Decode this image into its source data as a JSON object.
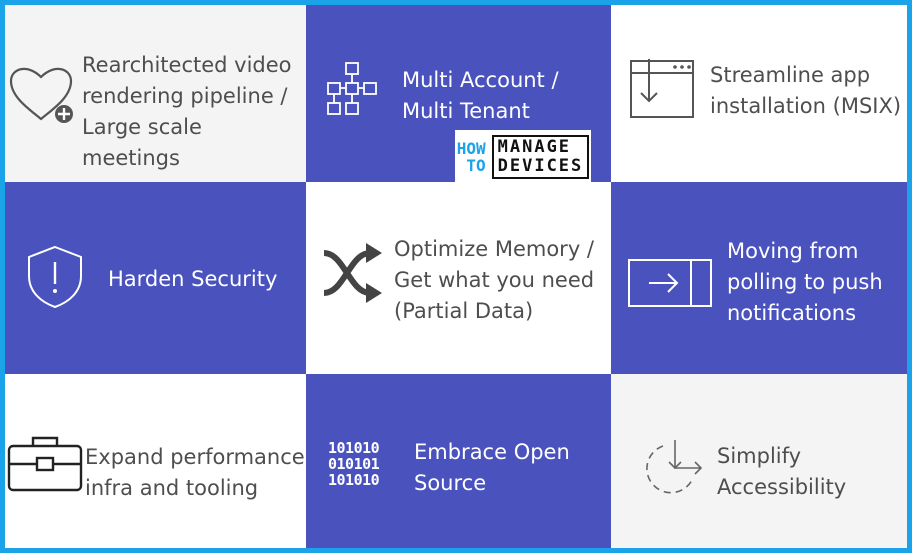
{
  "tiles": [
    {
      "label": "Rearchitected video\nrendering pipeline /\nLarge scale meetings",
      "icon": "heart-plus-icon"
    },
    {
      "label": "Multi Account /\nMulti Tenant",
      "icon": "hierarchy-icon"
    },
    {
      "label": "Streamline app\ninstallation (MSIX)",
      "icon": "install-window-icon"
    },
    {
      "label": "Harden Security",
      "icon": "shield-alert-icon"
    },
    {
      "label": "Optimize Memory /\nGet what you need\n(Partial Data)",
      "icon": "shuffle-icon"
    },
    {
      "label": "Moving from\npolling to push\nnotifications",
      "icon": "push-arrow-icon"
    },
    {
      "label": "Expand performance\ninfra and tooling",
      "icon": "toolbox-icon"
    },
    {
      "label": "Embrace Open\nSource",
      "icon": "binary-icon"
    },
    {
      "label": "Simplify\nAccessibility",
      "icon": "circular-arrow-icon"
    }
  ],
  "binary_text": "101010\n010101\n101010",
  "logo": {
    "how": "HOW",
    "to": "TO",
    "manage": "MANAGE",
    "devices": "DEVICES"
  },
  "colors": {
    "border": "#1aa3e8",
    "dark_tile": "#4a52be",
    "light_tile": "#f4f4f4",
    "light_text": "#4e4e4e"
  }
}
